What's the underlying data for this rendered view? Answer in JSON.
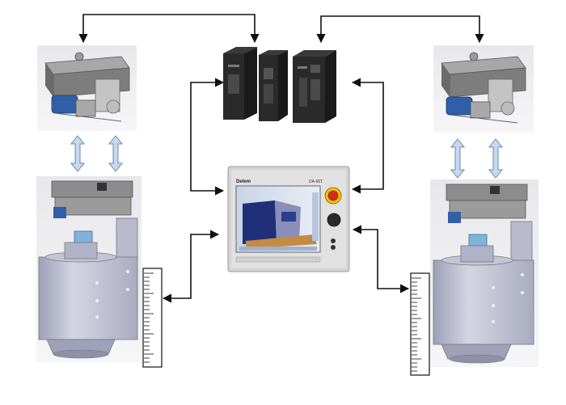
{
  "diagram": {
    "components": {
      "hmi_controller": {
        "brand_text": "Delem",
        "model_text": "DA-66T"
      },
      "pump_units": [
        "left",
        "right"
      ],
      "servo_drives": [
        "left",
        "right"
      ],
      "cylinders": [
        "left",
        "right"
      ],
      "linear_scales": [
        "left",
        "right"
      ]
    },
    "colors": {
      "arrow": "#111111",
      "flow_arrow_fill": "#c7d9ef",
      "flow_arrow_stroke": "#6d86ad",
      "cylinder_body": "#c9c9d9",
      "pump_housing": "#8c8c8c",
      "motor_blue": "#2f5fa8",
      "drive_dark": "#2a2a2a",
      "hmi_frame": "#d4d4d4",
      "estop_red": "#d42b20",
      "estop_yellow": "#f2c200"
    }
  }
}
